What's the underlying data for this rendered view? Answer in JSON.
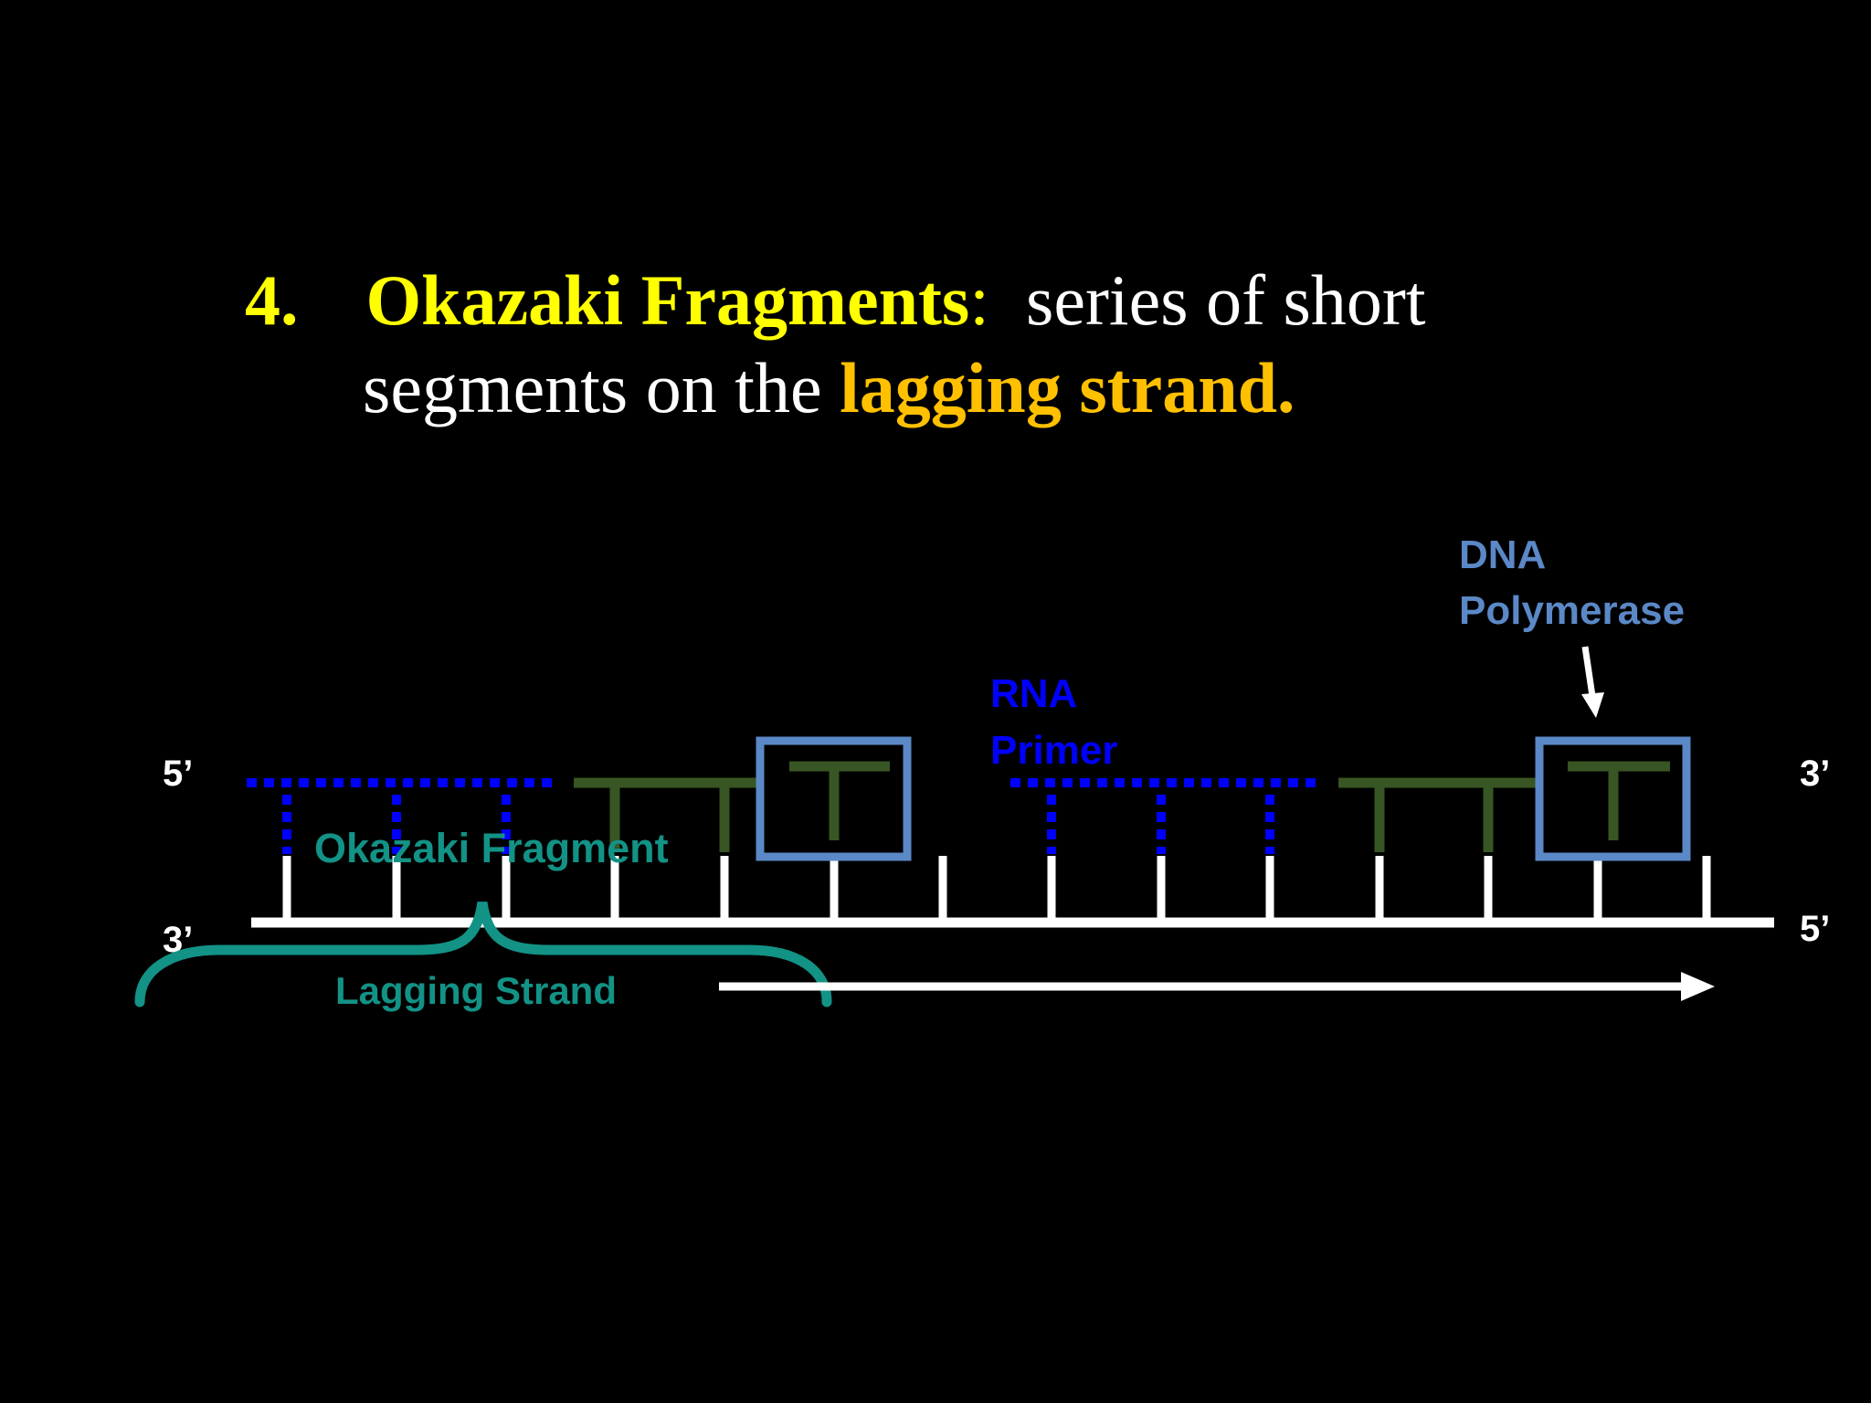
{
  "slide": {
    "title": {
      "number": "4.",
      "term": "Okazaki Fragments",
      "colon": ":",
      "line1_rest": "series of short",
      "line2_plain": "segments on the ",
      "line2_highlight": "lagging strand."
    },
    "colors": {
      "background": "#000000",
      "title_term": "#ffff00",
      "title_highlight": "#ffc000",
      "title_text": "#ffffff",
      "rna_primer": "#0000ff",
      "new_dna": "#375623",
      "polymerase": "#5b88c6",
      "okazaki_label": "#139286",
      "strand": "#ffffff"
    },
    "diagram": {
      "labels": {
        "top_left_end": "5’",
        "top_right_end": "3’",
        "bottom_left_end": "3’",
        "bottom_right_end": "5’",
        "dna_polymerase_line1": "DNA",
        "dna_polymerase_line2": "Polymerase",
        "rna_primer_line1": "RNA",
        "rna_primer_line2": "Primer",
        "okazaki_fragment": "Okazaki Fragment",
        "lagging_strand": "Lagging Strand"
      },
      "icons": {
        "direction": "right-arrow-icon",
        "pointer": "down-arrow-icon"
      }
    }
  }
}
